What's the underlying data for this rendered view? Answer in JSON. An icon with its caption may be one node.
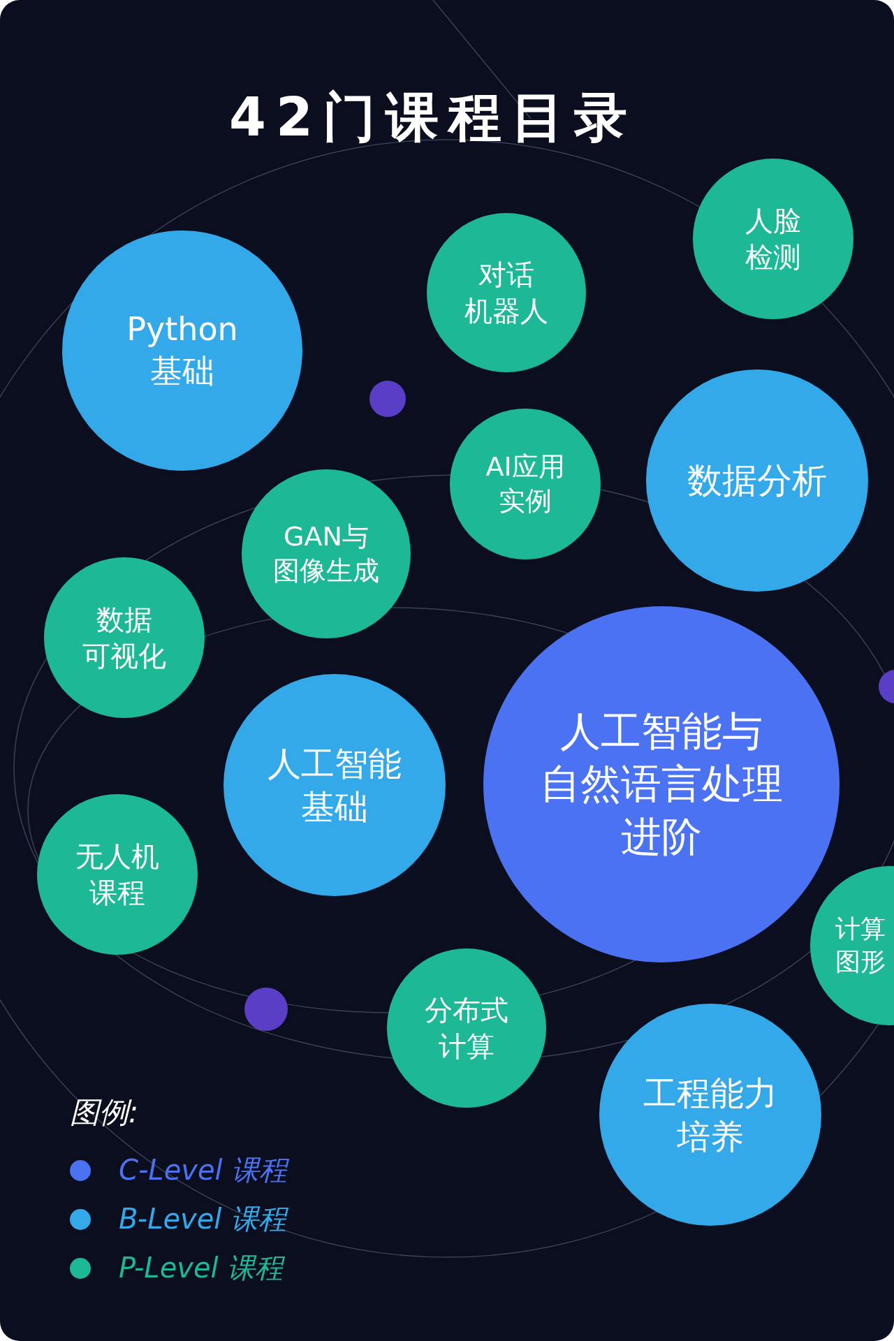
{
  "diagram": {
    "title": "42门课程目录",
    "nodes": [
      {
        "text": [
          "人脸检测"
        ]
      },
      {
        "text": [
          "对话机器人"
        ]
      },
      {
        "text": [
          "Python基础"
        ]
      },
      {
        "text": [],
        "shape": "circle"
      },
      {
        "text": [
          "AI应用实例"
        ]
      },
      {
        "text": [
          "数据分析"
        ]
      },
      {
        "text": [
          "GAN与图像生成"
        ]
      },
      {
        "text": [
          "数据可视化"
        ]
      },
      {
        "text": [],
        "shape": "circle"
      },
      {
        "text": [
          "人工智能与自然语言处理进阶"
        ]
      },
      {
        "text": [
          "人工智能基础"
        ]
      },
      {
        "text": [
          "无人机课程"
        ]
      },
      {
        "text": [
          "计算图形"
        ]
      },
      {
        "text": [],
        "shape": "circle"
      },
      {
        "text": [
          "分布式计算"
        ]
      },
      {
        "text": [
          "工程能力培养"
        ]
      }
    ],
    "edges": [],
    "labels": [
      "图例:"
    ],
    "legend": [
      {
        "text": "C-Level 课程",
        "color": "#4a72f2"
      },
      {
        "text": "B-Level 课程",
        "color": "#34a9ea"
      },
      {
        "text": "P-Level 课程",
        "color": "#1db896"
      }
    ]
  }
}
